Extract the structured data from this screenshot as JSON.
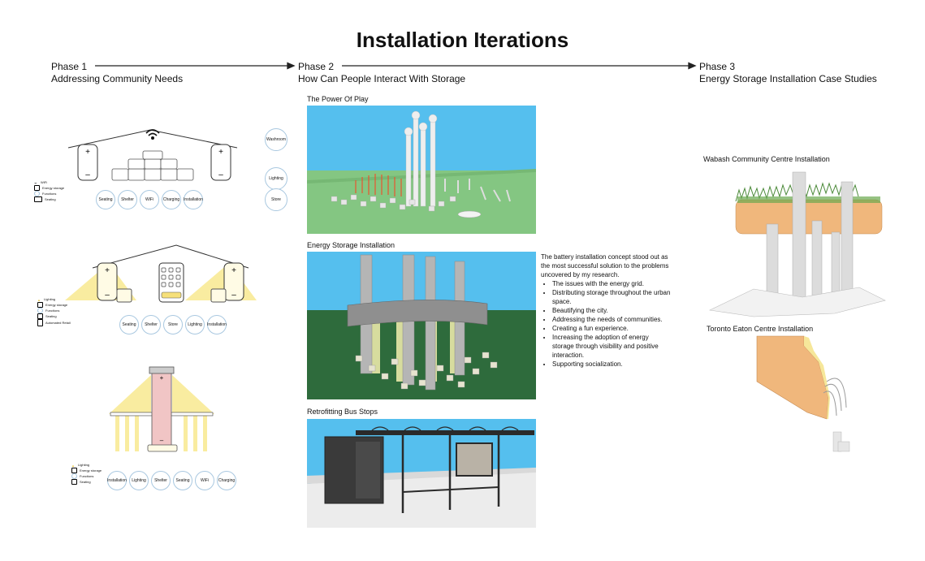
{
  "title": "Installation Iterations",
  "phases": [
    {
      "num": "Phase 1",
      "sub": "Addressing Community Needs"
    },
    {
      "num": "Phase 2",
      "sub": "How Can People Interact With Storage"
    },
    {
      "num": "Phase 3",
      "sub": "Energy Storage Installation Case Studies"
    }
  ],
  "phase1": {
    "d1": {
      "bubbles": [
        "Seating",
        "Shelter",
        "WiFi",
        "Charging",
        "Installation"
      ],
      "side_bubbles": [
        "Washroom",
        "Lighting",
        "Store"
      ],
      "legend": [
        "WiFi",
        "Energy storage",
        "Functions",
        "Seating"
      ]
    },
    "d2": {
      "bubbles": [
        "Seating",
        "Shelter",
        "Store",
        "Lighting",
        "Installation"
      ],
      "legend": [
        "Lighting",
        "Energy storage",
        "Functions",
        "Seating",
        "Automated Retail"
      ]
    },
    "d3": {
      "bubbles": [
        "Installation",
        "Lighting",
        "Shelter",
        "Seating",
        "WiFi",
        "Charging"
      ],
      "legend": [
        "Lighting",
        "Energy storage",
        "Functions",
        "Seating"
      ]
    }
  },
  "phase2": {
    "captions": [
      "The Power Of Play",
      "Energy Storage Installation",
      "Retrofitting Bus Stops"
    ],
    "notes_intro": "The battery installation concept stood out as the most successful solution to the problems uncovered by my research.",
    "notes": [
      "The issues with the energy grid.",
      "Distributing storage throughout the urban space.",
      "Beautifying the city.",
      "Addressing the needs of communities.",
      "Creating a fun experience.",
      "Increasing the adoption of energy storage through visibility and positive interaction.",
      "Supporting socialization."
    ]
  },
  "phase3": {
    "captions": [
      "Wabash Community Centre Installation",
      "Toronto Eaton Centre Installation"
    ]
  },
  "colors": {
    "sky": "#55bfee",
    "grass": "#84c682",
    "dark_grass": "#2e6b3c",
    "light_yellow": "#f9eca0",
    "pink": "#f1c5c5",
    "bubble_border": "#a9c8e0",
    "wood": "#f0b77c"
  }
}
